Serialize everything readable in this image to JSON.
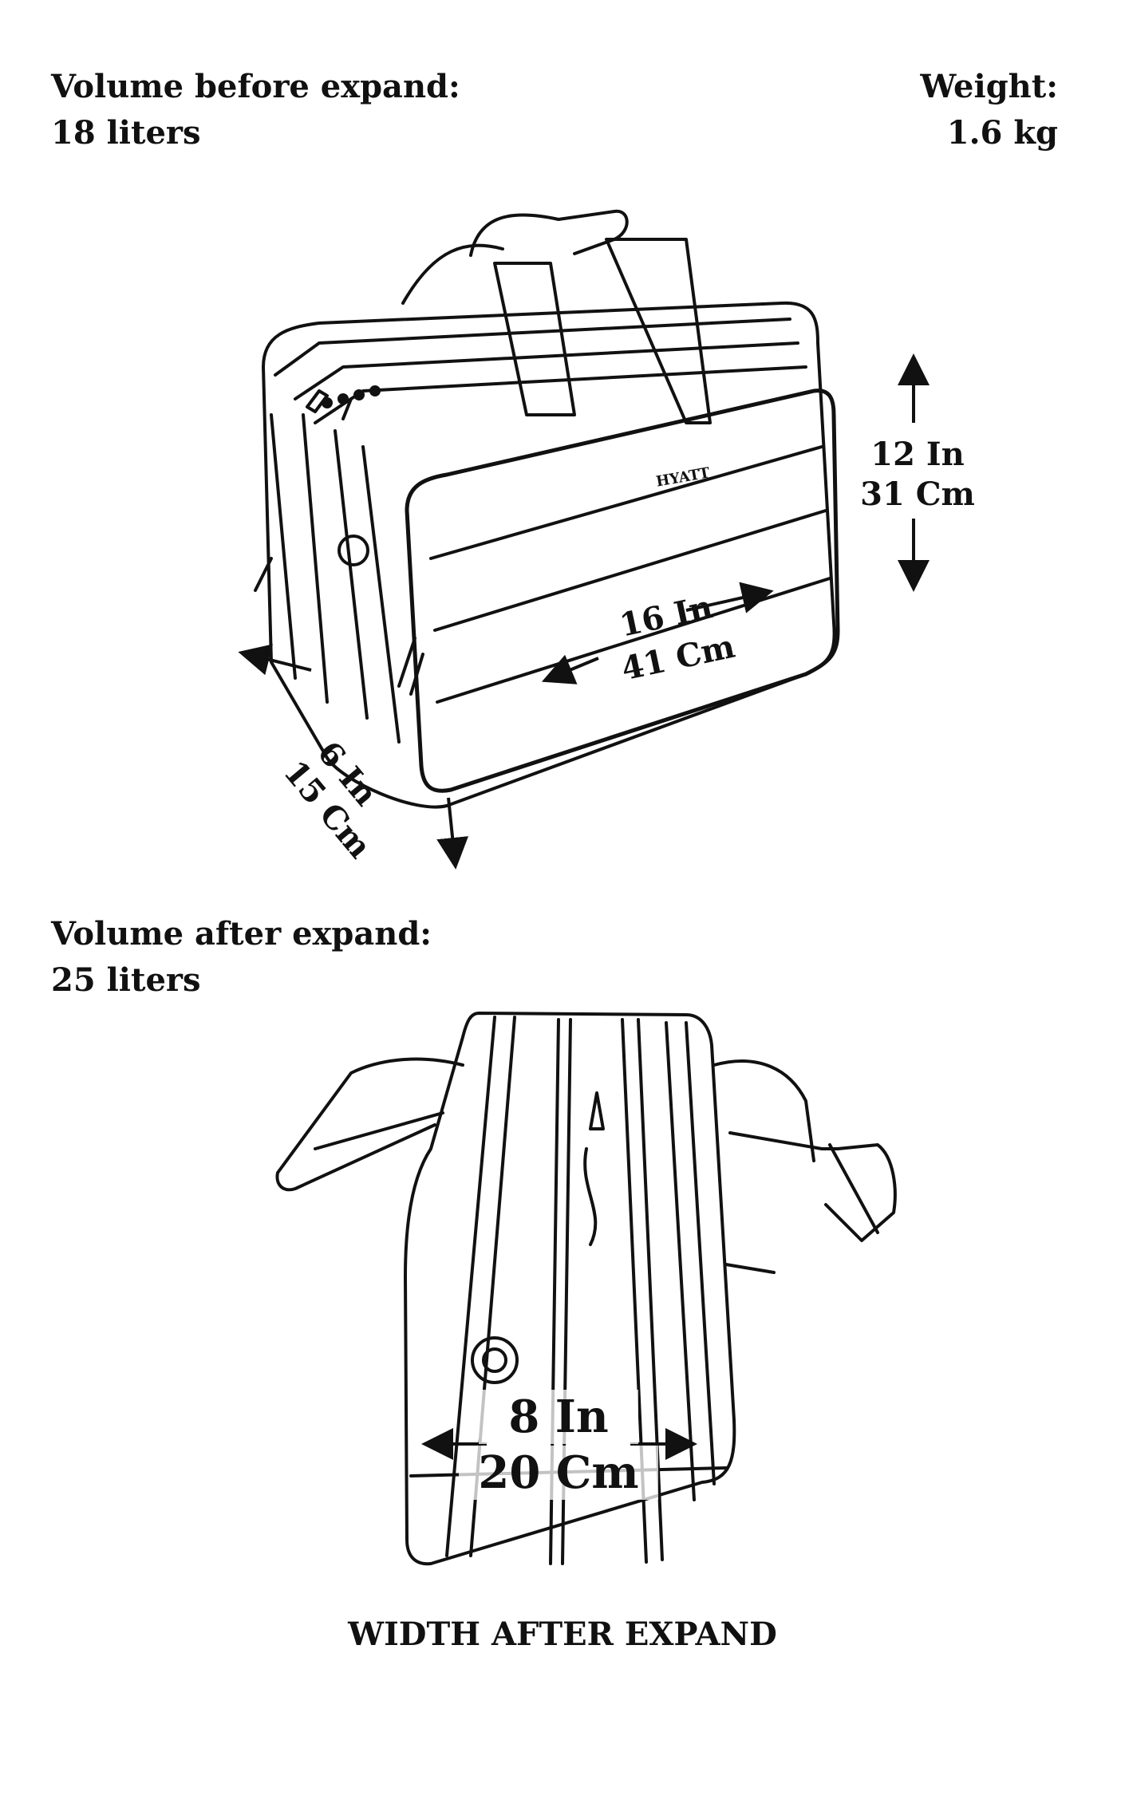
{
  "spec": {
    "volume_before_label": "Volume before expand:",
    "volume_before_value": "18 liters",
    "weight_label": "Weight:",
    "weight_value": "1.6 kg",
    "volume_after_label": "Volume after expand:",
    "volume_after_value": "25 liters"
  },
  "dimensions": {
    "height_in": "12 In",
    "height_cm": "31 Cm",
    "length_in": "16 In",
    "length_cm": "41 Cm",
    "depth_in": "6 In",
    "depth_cm": "15 Cm",
    "width_expanded_in": "8 In",
    "width_expanded_cm": "20 Cm"
  },
  "brand_label": "HYATT",
  "caption": "WIDTH AFTER EXPAND"
}
